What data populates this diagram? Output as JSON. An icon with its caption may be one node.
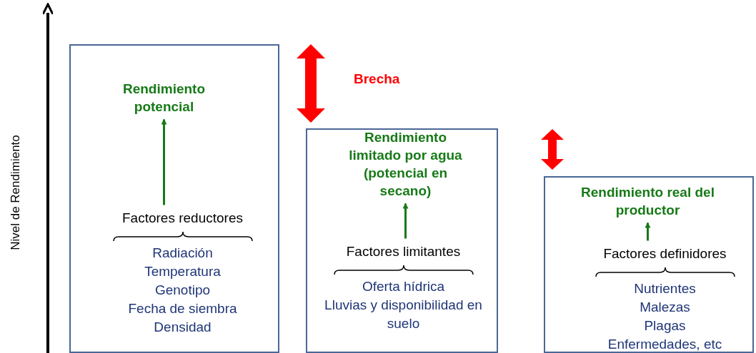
{
  "diagram": {
    "nodes": [
      {
        "text": [],
        "shape": "box"
      },
      {
        "text": [
          "Rendimiento potencial"
        ],
        "in": 0
      },
      {
        "text": [
          "Factores reductores",
          "Radiación",
          "Temperatura",
          "Genotipo",
          "Fecha de siembra",
          "Densidad"
        ],
        "in": 0
      },
      {
        "text": [],
        "shape": "box"
      },
      {
        "text": [
          "Rendimiento limitado por agua (potencial en secano)"
        ],
        "in": 3
      },
      {
        "text": [
          "Factores limitantes",
          "Oferta hídrica",
          "Lluvias y disponibilidad en suelo"
        ],
        "in": 3
      },
      {
        "text": [],
        "shape": "box"
      },
      {
        "text": [
          "Rendimiento real del productor"
        ],
        "in": 6
      },
      {
        "text": [
          "Factores definidores",
          "Nutrientes",
          "Malezas",
          "Plagas",
          "Enfermedades, etc"
        ],
        "in": 6
      }
    ],
    "edges": [
      {
        "from": 2,
        "to": 1,
        "arrow": "to"
      },
      {
        "from": 5,
        "to": 4,
        "arrow": "to"
      },
      {
        "from": 8,
        "to": 7,
        "arrow": "to"
      }
    ],
    "labels": [
      "Nivel de Rendimiento",
      "Brecha"
    ]
  }
}
